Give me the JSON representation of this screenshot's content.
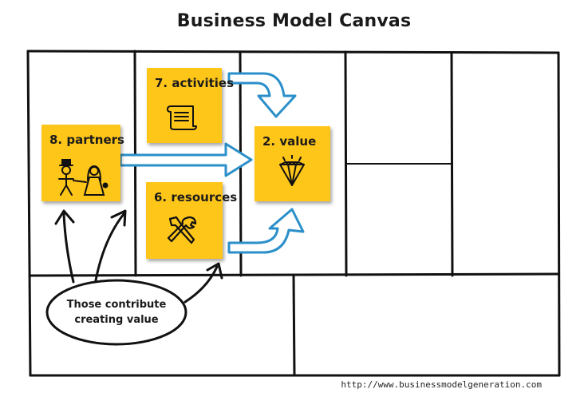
{
  "title": "Business Model Canvas",
  "notes": {
    "partners": "8. partners",
    "activities": "7. activities",
    "resources": "6. resources",
    "value": "2. value"
  },
  "speech": {
    "line1": "Those contribute",
    "line2": "creating value"
  },
  "footer_url": "http://www.businessmodelgeneration.com",
  "colors": {
    "note": "#ffc61a",
    "arrow_stroke": "#2b8fc9",
    "arrow_fill": "#ffffff",
    "grid": "#111111"
  },
  "icons": {
    "partners": "couple-icon",
    "activities": "scroll-list-icon",
    "resources": "tools-icon",
    "value": "diamond-icon"
  }
}
